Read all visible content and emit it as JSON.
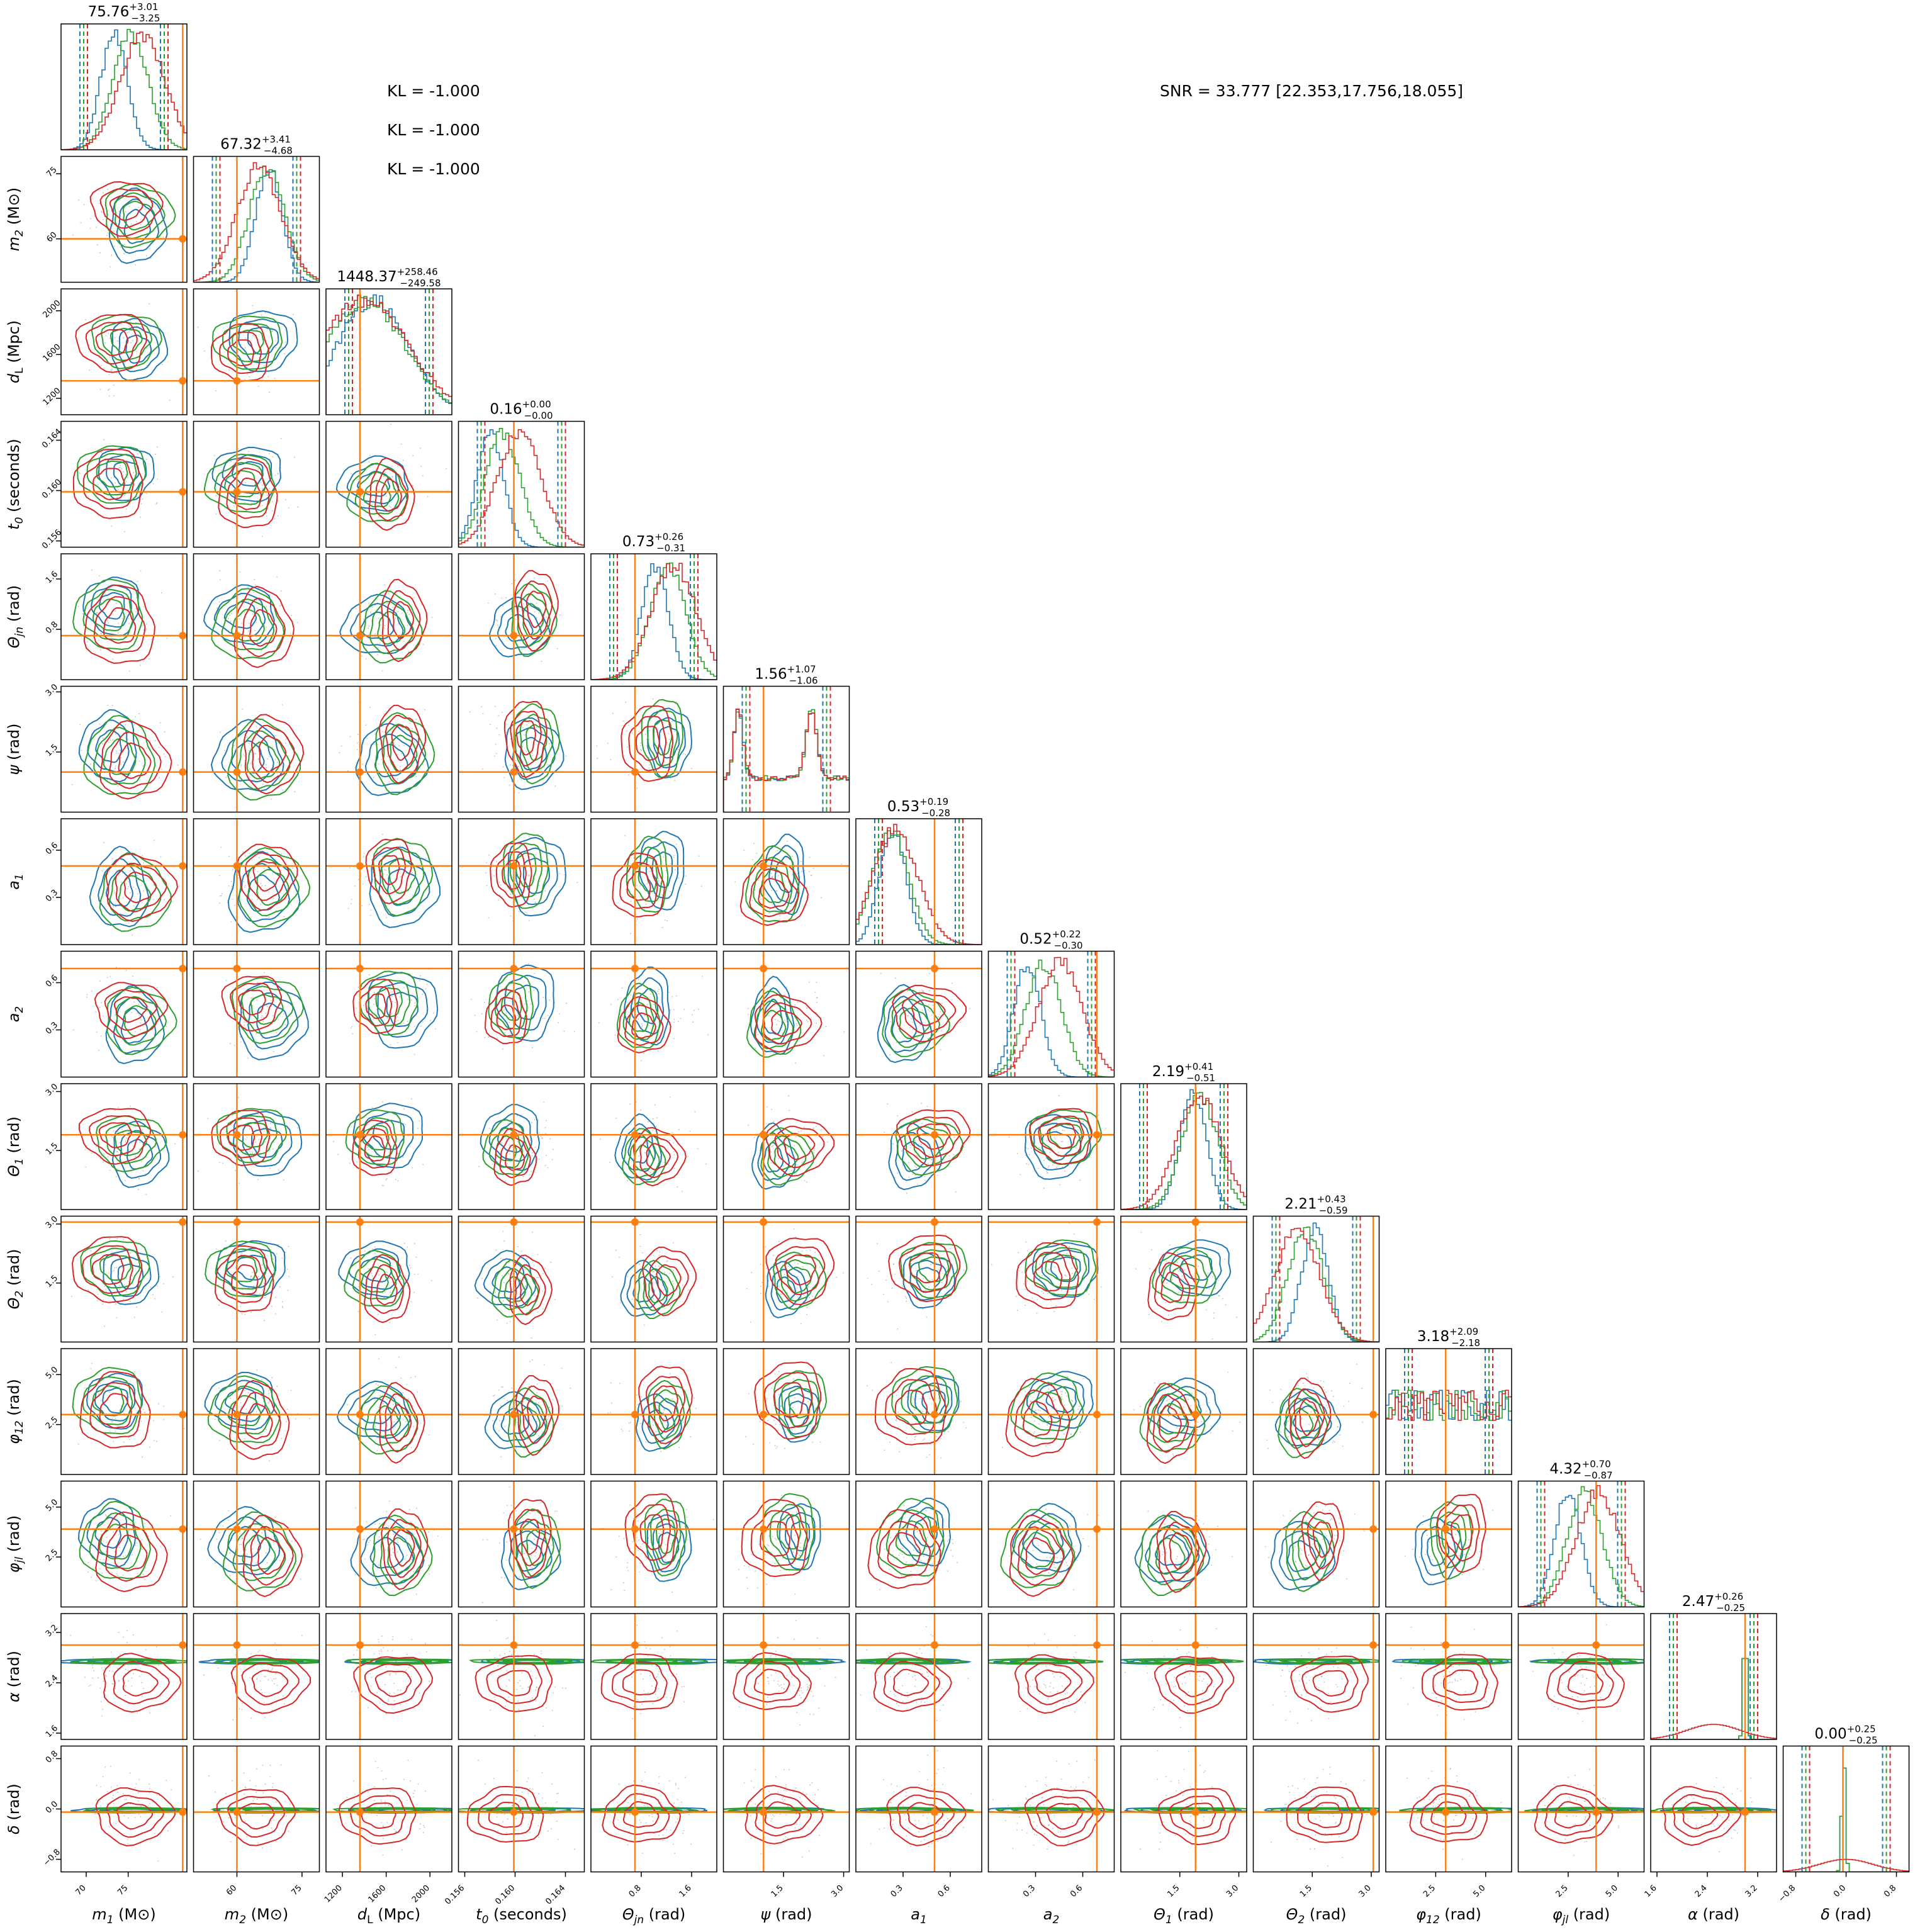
{
  "chart_data": {
    "type": "corner",
    "parameters": [
      {
        "key": "m1",
        "label_main": "m",
        "label_sub": "1",
        "label_unit": "(M⊙)",
        "title_value": "75.76",
        "title_plus": "+3.01",
        "title_minus": "−3.25",
        "range": [
          67,
          82
        ],
        "ticks": [
          "70",
          "75"
        ],
        "tick_values": [
          70,
          75
        ],
        "truth": 81.5
      },
      {
        "key": "m2",
        "label_main": "m",
        "label_sub": "2",
        "label_unit": "(M⊙)",
        "title_value": "67.32",
        "title_plus": "+3.41",
        "title_minus": "−4.68",
        "range": [
          50,
          79
        ],
        "ticks": [
          "60",
          "75"
        ],
        "tick_values": [
          60,
          75
        ],
        "truth": 60
      },
      {
        "key": "dL",
        "label_main": "d",
        "label_sub": "L",
        "label_unit": "(Mpc)",
        "title_value": "1448.37",
        "title_plus": "+258.46",
        "title_minus": "−249.58",
        "range": [
          1050,
          2200
        ],
        "ticks": [
          "1200",
          "1600",
          "2000"
        ],
        "tick_values": [
          1200,
          1600,
          2000
        ],
        "truth": 1360
      },
      {
        "key": "t0",
        "label_main": "t",
        "label_sub": "0",
        "label_unit": "(seconds)",
        "title_value": "0.16",
        "title_plus": "+0.00",
        "title_minus": "−0.00",
        "range": [
          0.1555,
          0.1655
        ],
        "ticks": [
          "0.156",
          "0.160",
          "0.164"
        ],
        "tick_values": [
          0.156,
          0.16,
          0.164
        ],
        "truth": 0.1599
      },
      {
        "key": "thetajn",
        "label_main": "Θ",
        "label_sub": "jn",
        "label_unit": "(rad)",
        "title_value": "0.73",
        "title_plus": "+0.26",
        "title_minus": "−0.31",
        "range": [
          0.0,
          2.0
        ],
        "ticks": [
          "0.8",
          "1.6"
        ],
        "tick_values": [
          0.8,
          1.6
        ],
        "truth": 0.7
      },
      {
        "key": "psi",
        "label_main": "ψ",
        "label_sub": "",
        "label_unit": "(rad)",
        "title_value": "1.56",
        "title_plus": "+1.07",
        "title_minus": "−1.06",
        "range": [
          0.0,
          3.14
        ],
        "ticks": [
          "1.5",
          "3.0"
        ],
        "tick_values": [
          1.5,
          3.0
        ],
        "truth": 1.0
      },
      {
        "key": "a1",
        "label_main": "a",
        "label_sub": "1",
        "label_unit": "",
        "title_value": "0.53",
        "title_plus": "+0.19",
        "title_minus": "−0.28",
        "range": [
          0.0,
          0.8
        ],
        "ticks": [
          "0.3",
          "0.6"
        ],
        "tick_values": [
          0.3,
          0.6
        ],
        "truth": 0.5
      },
      {
        "key": "a2",
        "label_main": "a",
        "label_sub": "2",
        "label_unit": "",
        "title_value": "0.52",
        "title_plus": "+0.22",
        "title_minus": "−0.30",
        "range": [
          0.0,
          0.8
        ],
        "ticks": [
          "0.3",
          "0.6"
        ],
        "tick_values": [
          0.3,
          0.6
        ],
        "truth": 0.69
      },
      {
        "key": "theta1",
        "label_main": "Θ",
        "label_sub": "1",
        "label_unit": "(rad)",
        "title_value": "2.19",
        "title_plus": "+0.41",
        "title_minus": "−0.51",
        "range": [
          0.0,
          3.2
        ],
        "ticks": [
          "1.5",
          "3.0"
        ],
        "tick_values": [
          1.5,
          3.0
        ],
        "truth": 1.9
      },
      {
        "key": "theta2",
        "label_main": "Θ",
        "label_sub": "2",
        "label_unit": "(rad)",
        "title_value": "2.21",
        "title_plus": "+0.43",
        "title_minus": "−0.59",
        "range": [
          0.0,
          3.2
        ],
        "ticks": [
          "1.5",
          "3.0"
        ],
        "tick_values": [
          1.5,
          3.0
        ],
        "truth": 3.05
      },
      {
        "key": "phi12",
        "label_main": "φ",
        "label_sub": "12",
        "label_unit": "(rad)",
        "title_value": "3.18",
        "title_plus": "+2.09",
        "title_minus": "−2.18",
        "range": [
          0.0,
          6.3
        ],
        "ticks": [
          "2.5",
          "5.0"
        ],
        "tick_values": [
          2.5,
          5.0
        ],
        "truth": 3.0
      },
      {
        "key": "phijl",
        "label_main": "φ",
        "label_sub": "jl",
        "label_unit": "(rad)",
        "title_value": "4.32",
        "title_plus": "+0.70",
        "title_minus": "−0.87",
        "range": [
          0.0,
          6.3
        ],
        "ticks": [
          "2.5",
          "5.0"
        ],
        "tick_values": [
          2.5,
          5.0
        ],
        "truth": 3.9
      },
      {
        "key": "alpha",
        "label_main": "α",
        "label_sub": "",
        "label_unit": "(rad)",
        "title_value": "2.47",
        "title_plus": "+0.26",
        "title_minus": "−0.25",
        "range": [
          1.5,
          3.5
        ],
        "ticks": [
          "1.6",
          "2.4",
          "3.2"
        ],
        "tick_values": [
          1.6,
          2.4,
          3.2
        ],
        "truth": 3.0
      },
      {
        "key": "delta",
        "label_main": "δ",
        "label_sub": "",
        "label_unit": "(rad)",
        "title_value": "0.00",
        "title_plus": "+0.25",
        "title_minus": "−0.25",
        "range": [
          -1.0,
          1.0
        ],
        "ticks": [
          "−0.8",
          "0.0",
          "0.8"
        ],
        "tick_values": [
          -0.8,
          0.0,
          0.8
        ],
        "truth": -0.05
      }
    ],
    "series": [
      {
        "color": "#1f77b4"
      },
      {
        "color": "#2ca02c"
      },
      {
        "color": "#d62728"
      }
    ],
    "truth_color": "#ff7f0e",
    "annotations": {
      "kl_lines": [
        "KL = -1.000",
        "KL = -1.000",
        "KL = -1.000"
      ],
      "snr": "SNR = 33.777 [22.353,17.756,18.055]"
    }
  }
}
